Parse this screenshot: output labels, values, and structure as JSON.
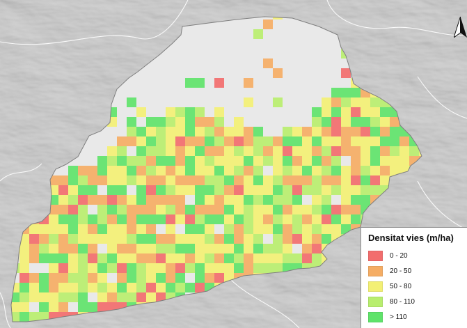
{
  "legend": {
    "title": "Densitat vies (m/ha)",
    "classes": [
      {
        "label": "0 - 20",
        "color": "#f26d6d"
      },
      {
        "label": "20 - 50",
        "color": "#f5ad64"
      },
      {
        "label": "50 - 80",
        "color": "#f3f074"
      },
      {
        "label": "80 - 110",
        "color": "#b8ee6e"
      },
      {
        "label": "> 110",
        "color": "#5fe36a"
      }
    ]
  },
  "colors": {
    "background_relief": "#b9b9b9",
    "region_outline": "#7f7f7f",
    "no_data_area": "#e9e9e9",
    "background_boundary": "#ffffff"
  },
  "icons": {
    "north_arrow": "north-arrow-icon"
  }
}
